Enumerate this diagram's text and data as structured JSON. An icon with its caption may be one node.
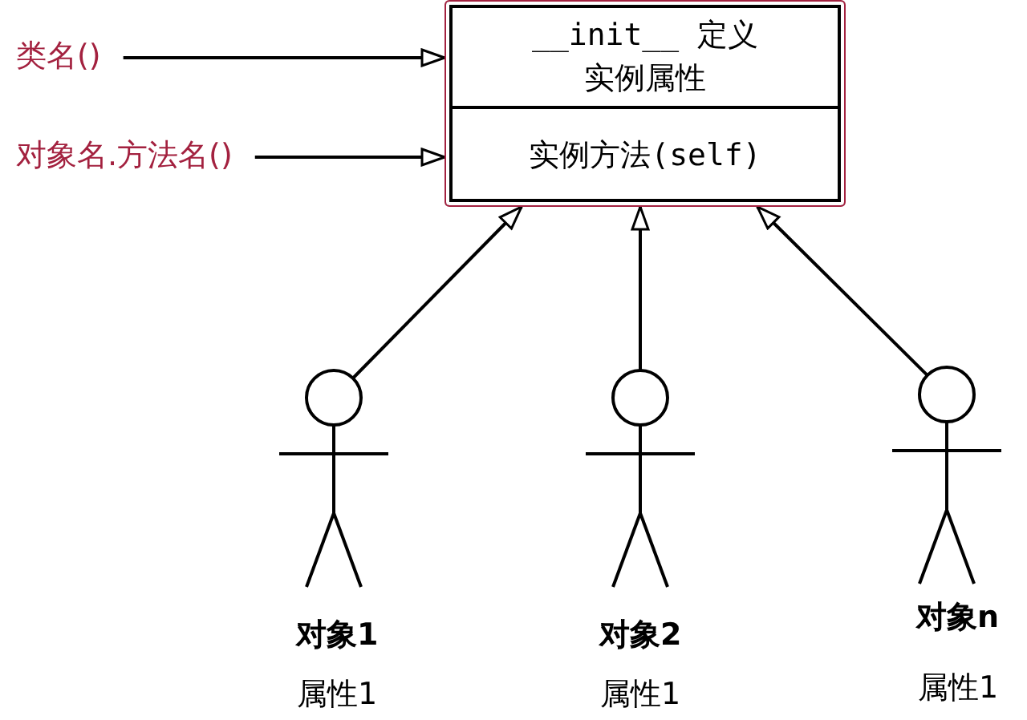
{
  "diagram": {
    "nodes": [
      {
        "text": [
          "类名()"
        ]
      },
      {
        "text": [
          "对象名.方法名()"
        ]
      },
      {
        "text": [],
        "shape": "box"
      },
      {
        "text": [
          "__init__ 定义实例属性"
        ],
        "in": 2
      },
      {
        "text": [
          "实例方法(self)"
        ],
        "in": 2
      },
      {
        "text": [
          "对象1"
        ],
        "beside": [
          "属性1"
        ]
      },
      {
        "text": [
          "对象2"
        ],
        "beside": [
          "属性1"
        ]
      },
      {
        "text": [
          "对象n"
        ],
        "beside": [
          "属性1"
        ]
      }
    ],
    "edges": [
      {
        "from": 0,
        "to": 2,
        "arrow": "to"
      },
      {
        "from": 1,
        "to": 2,
        "arrow": "to"
      },
      {
        "from": 5,
        "to": 2,
        "arrow": "to"
      },
      {
        "from": 6,
        "to": 2,
        "arrow": "to"
      },
      {
        "from": 7,
        "to": 2,
        "arrow": "to"
      }
    ]
  }
}
